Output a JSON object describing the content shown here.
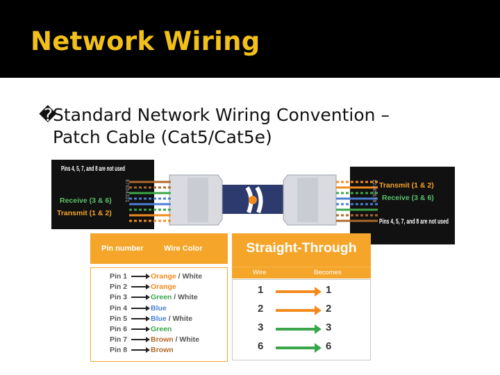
{
  "slide": {
    "title": "Network Wiring",
    "bullet_marker": "�",
    "bullet_line1": "Standard Network Wiring Convention –",
    "bullet_line2": "Patch Cable (Cat5/Cat5e)"
  },
  "cable_diagram": {
    "left_unused": "Pins 4, 5, 7, and 8 are not used",
    "left_receive": "Receive (3 & 6)",
    "left_transmit": "Transmit (1 & 2)",
    "right_transmit": "Transmit (1 & 2)",
    "right_receive": "Receive (3 & 6)",
    "right_unused": "Pins 4, 5, 7, and 8 are not used",
    "left_pin_numbers": "87654321",
    "right_pin_numbers": "12345678",
    "colors": {
      "transmit": "#f5a52a",
      "receive": "#5cc16a",
      "cable": "#2c3a6e"
    }
  },
  "pin_table": {
    "header_pin": "Pin number",
    "header_color": "Wire Color",
    "rows": [
      {
        "pin": "Pin 1",
        "color": "Orange",
        "suffix": " / White",
        "hex": "#f28b1e"
      },
      {
        "pin": "Pin 2",
        "color": "Orange",
        "suffix": "",
        "hex": "#f28b1e"
      },
      {
        "pin": "Pin 3",
        "color": "Green",
        "suffix": " / White",
        "hex": "#3aa64a"
      },
      {
        "pin": "Pin 4",
        "color": "Blue",
        "suffix": "",
        "hex": "#4a7fd4"
      },
      {
        "pin": "Pin 5",
        "color": "Blue",
        "suffix": " / White",
        "hex": "#4a7fd4"
      },
      {
        "pin": "Pin 6",
        "color": "Green",
        "suffix": "",
        "hex": "#3aa64a"
      },
      {
        "pin": "Pin 7",
        "color": "Brown",
        "suffix": " / White",
        "hex": "#b0682a"
      },
      {
        "pin": "Pin 8",
        "color": "Brown",
        "suffix": "",
        "hex": "#b0682a"
      }
    ]
  },
  "straight_through": {
    "title": "Straight-Through",
    "col_wire": "Wire",
    "col_becomes": "Becomes",
    "rows": [
      {
        "wire": "1",
        "becomes": "1",
        "arrow_hex": "#f28b1e"
      },
      {
        "wire": "2",
        "becomes": "2",
        "arrow_hex": "#f28b1e"
      },
      {
        "wire": "3",
        "becomes": "3",
        "arrow_hex": "#3aa64a"
      },
      {
        "wire": "6",
        "becomes": "6",
        "arrow_hex": "#3aa64a"
      }
    ]
  }
}
